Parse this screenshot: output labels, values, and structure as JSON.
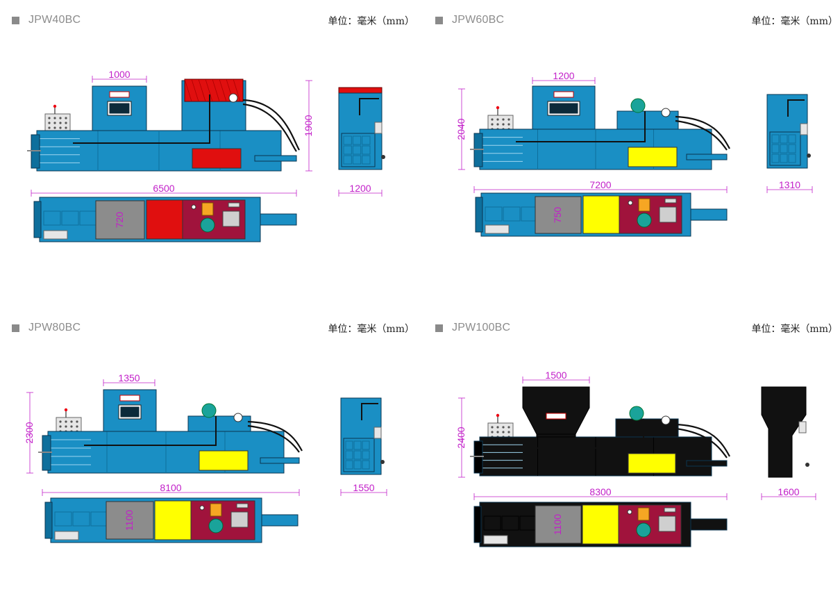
{
  "unit_label": "单位：毫米（mm）",
  "colors": {
    "blue_body": "#1a8fc4",
    "blue_dark": "#0e6f9c",
    "black_body": "#111111",
    "dimension": "#c21fc9",
    "red_plate": "#e00f0f",
    "yellow_plate": "#ffff00",
    "maroon_panel": "#a0133c",
    "gray_plate": "#8c8c8c",
    "motor_teal": "#1aa39a",
    "motor_orange": "#f6a623"
  },
  "models": [
    {
      "name": "JPW40BC",
      "body": "blue",
      "plate": "red",
      "dims": {
        "length": "6500",
        "height": "1900",
        "hopper": "1000",
        "width": "1200",
        "chamber": "720"
      }
    },
    {
      "name": "JPW60BC",
      "body": "blue",
      "plate": "yellow",
      "dims": {
        "length": "7200",
        "height": "2040",
        "hopper": "1200",
        "width": "1310",
        "chamber": "750"
      }
    },
    {
      "name": "JPW80BC",
      "body": "blue",
      "plate": "yellow",
      "dims": {
        "length": "8100",
        "height": "2300",
        "hopper": "1350",
        "width": "1550",
        "chamber": "1100"
      }
    },
    {
      "name": "JPW100BC",
      "body": "black",
      "plate": "yellow",
      "dims": {
        "length": "8300",
        "height": "2400",
        "hopper": "1500",
        "width": "1600",
        "chamber": "1100"
      }
    }
  ]
}
